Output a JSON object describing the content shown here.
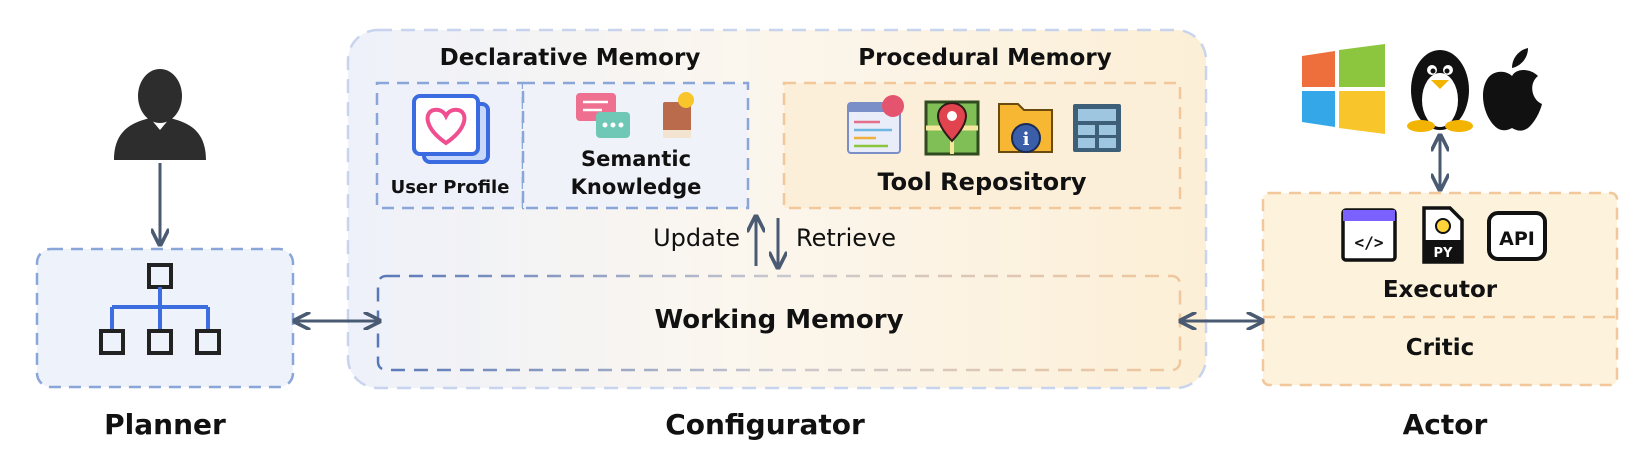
{
  "planner": {
    "label": "Planner",
    "icons": [
      "user-icon",
      "hierarchy-icon"
    ]
  },
  "configurator": {
    "label": "Configurator",
    "declarative_memory": {
      "title": "Declarative Memory",
      "user_profile": "User Profile",
      "semantic_knowledge": "Semantic Knowledge",
      "icons": [
        "heart-profile-icon",
        "chat-bubbles-icon",
        "book-icon"
      ]
    },
    "procedural_memory": {
      "title": "Procedural Memory",
      "tool_repository": "Tool Repository",
      "icons": [
        "code-window-icon",
        "map-pin-icon",
        "info-folder-icon",
        "calculator-icon"
      ]
    },
    "update": "Update",
    "retrieve": "Retrieve",
    "working_memory": "Working Memory"
  },
  "actor": {
    "label": "Actor",
    "executor": "Executor",
    "critic": "Critic",
    "tool_icons": [
      "code-file-icon",
      "python-file-icon",
      "api-icon"
    ],
    "os_icons": [
      "windows-icon",
      "linux-icon",
      "apple-icon"
    ]
  },
  "colors": {
    "blue_dash": "#8aa6d8",
    "orange_dash": "#f2c79a",
    "planner_fill": "#eef2fb",
    "orange_fill": "#fdf2dc",
    "arrow": "#4a5a72"
  }
}
